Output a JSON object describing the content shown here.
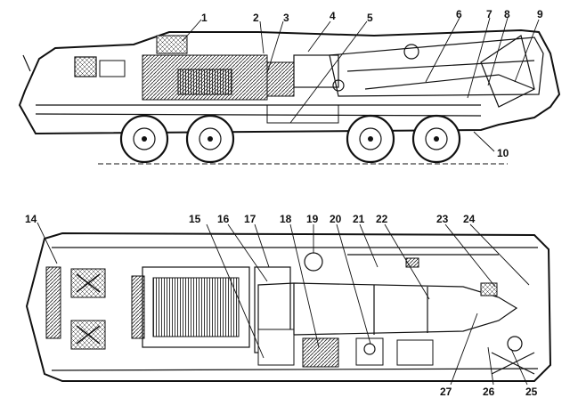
{
  "side_view": {
    "callouts": [
      "1",
      "2",
      "3",
      "4",
      "5",
      "6",
      "7",
      "8",
      "9",
      "10"
    ]
  },
  "top_view": {
    "callouts": [
      "14",
      "15",
      "16",
      "17",
      "18",
      "19",
      "20",
      "21",
      "22",
      "23",
      "24",
      "25",
      "26",
      "27"
    ]
  }
}
